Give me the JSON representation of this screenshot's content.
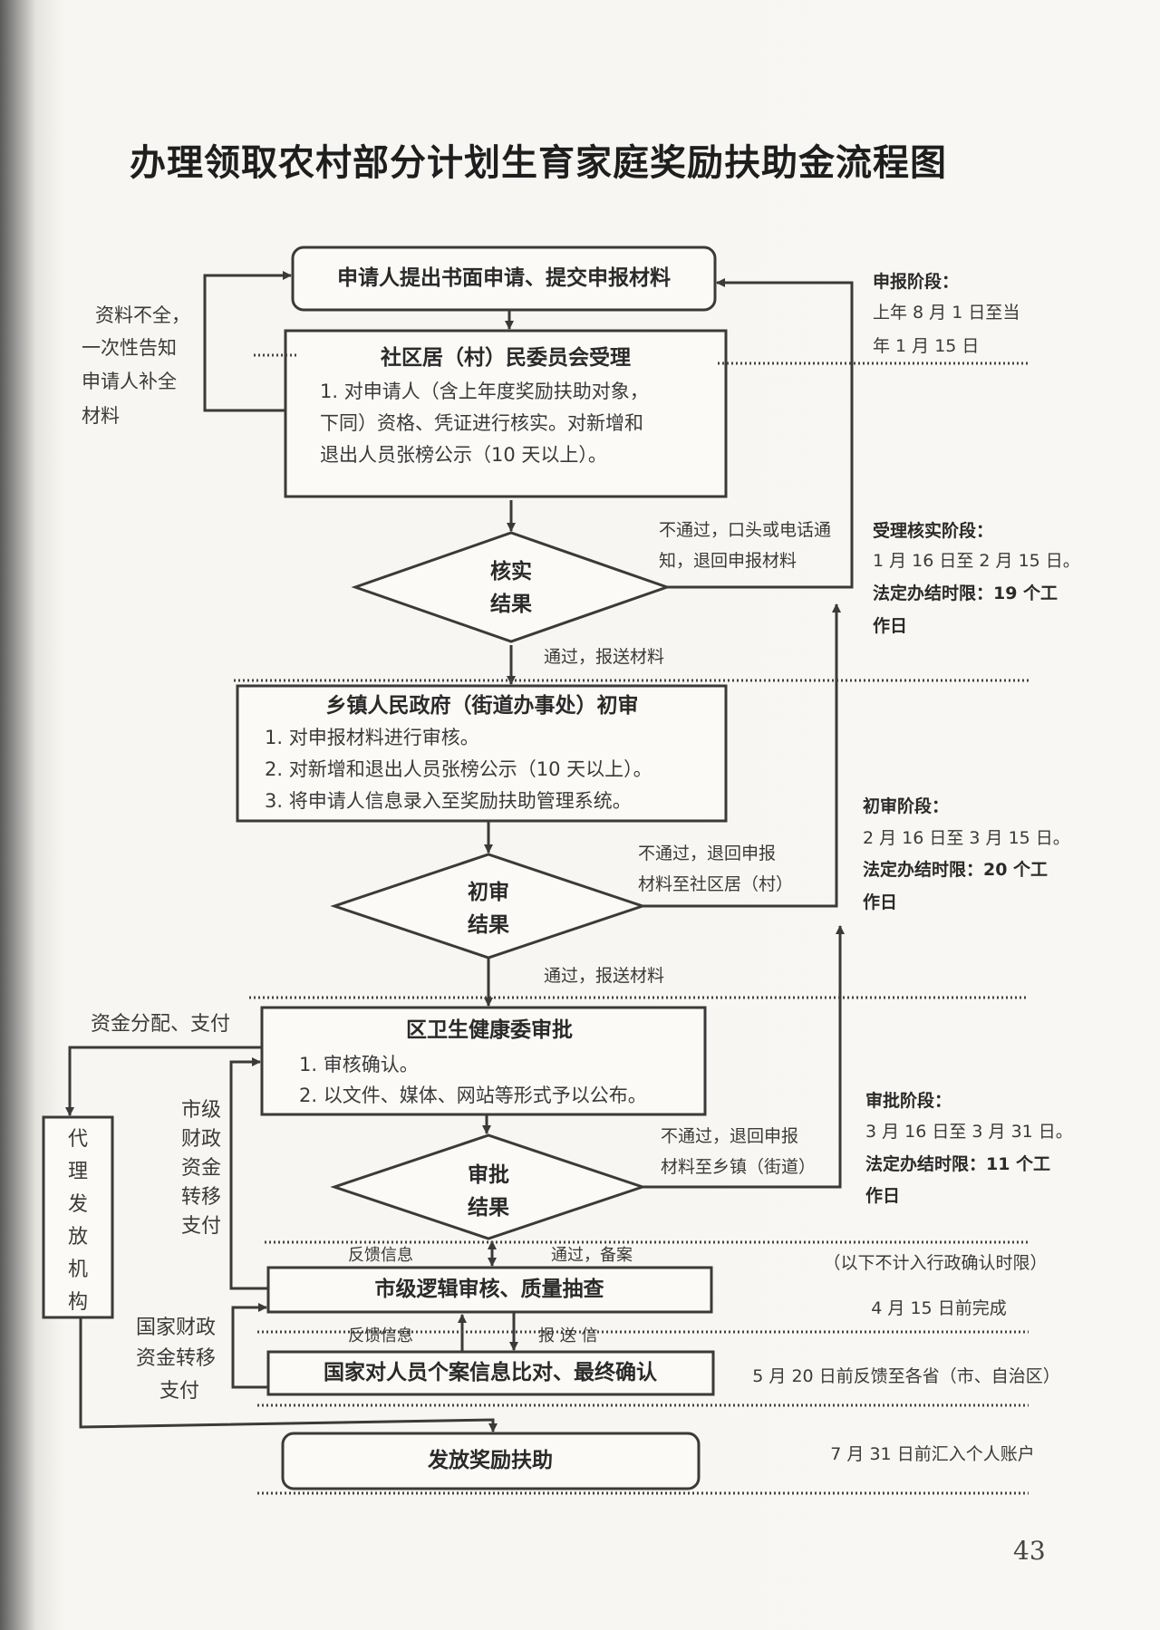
{
  "title": "办理领取农村部分计划生育家庭奖励扶助金流程图",
  "page_number": "43",
  "nodes": {
    "apply": "申请人提出书面申请、提交申报材料",
    "community": {
      "title": "社区居（村）民委员会受理",
      "lines": [
        "1. 对申请人（含上年度奖励扶助对象，",
        "下同）资格、凭证进行核实。对新增和",
        "退出人员张榜公示（10 天以上）。"
      ]
    },
    "verify_result": [
      "核实",
      "结果"
    ],
    "township": {
      "title": "乡镇人民政府（街道办事处）初审",
      "lines": [
        "1. 对申报材料进行审核。",
        "2. 对新增和退出人员张榜公示（10 天以上）。",
        "3. 将申请人信息录入至奖励扶助管理系统。"
      ]
    },
    "initial_result": [
      "初审",
      "结果"
    ],
    "district": {
      "title": "区卫生健康委审批",
      "lines": [
        "1. 审核确认。",
        "2. 以文件、媒体、网站等形式予以公布。"
      ]
    },
    "approval_result": [
      "审批",
      "结果"
    ],
    "city_check": "市级逻辑审核、质量抽查",
    "national_check": "国家对人员个案信息比对、最终确认",
    "agency": "代理发放机构",
    "distribute": "发放奖励扶助"
  },
  "edge_labels": {
    "incomplete": [
      "资料不全，",
      "一次性告知",
      "申请人补全",
      "材料"
    ],
    "reject1": [
      "不通过，口头或电话通",
      "知，退回申报材料"
    ],
    "pass1": "通过，报送材料",
    "reject2": [
      "不通过，退回申报",
      "材料至社区居（村）"
    ],
    "pass2": "通过，报送材料",
    "reject3": [
      "不通过，退回申报",
      "材料至乡镇（街道）"
    ],
    "funds": "资金分配、支付",
    "city_funds": "市级财政资金转移支付",
    "national_funds": [
      "国家财政",
      "资金转移",
      "支付"
    ],
    "feedback1": "反馈信息",
    "pass3": "通过，备案",
    "feedback2": "反馈信息",
    "report": "报 送 信"
  },
  "stages": {
    "declare": {
      "title": "申报阶段：",
      "lines": [
        "上年 8 月 1 日至当",
        "年 1 月 15 日"
      ]
    },
    "accept": {
      "title": "受理核实阶段：",
      "lines": [
        "1 月 16 日至 2 月 15 日。"
      ],
      "limit": [
        "法定办结时限：19 个工",
        "作日"
      ]
    },
    "initial": {
      "title": "初审阶段：",
      "lines": [
        "2 月 16 日至 3 月 15 日。"
      ],
      "limit": [
        "法定办结时限：20 个工",
        "作日"
      ]
    },
    "approve": {
      "title": "审批阶段：",
      "lines": [
        "3 月 16 日至 3 月 31 日。"
      ],
      "limit": [
        "法定办结时限：11 个工",
        "作日"
      ]
    },
    "note": "（以下不计入行政确认时限）",
    "city_deadline": "4 月 15 日前完成",
    "national_deadline": "5 月 20 日前反馈至各省（市、自治区）",
    "pay_deadline": "7 月 31 日前汇入个人账户"
  }
}
